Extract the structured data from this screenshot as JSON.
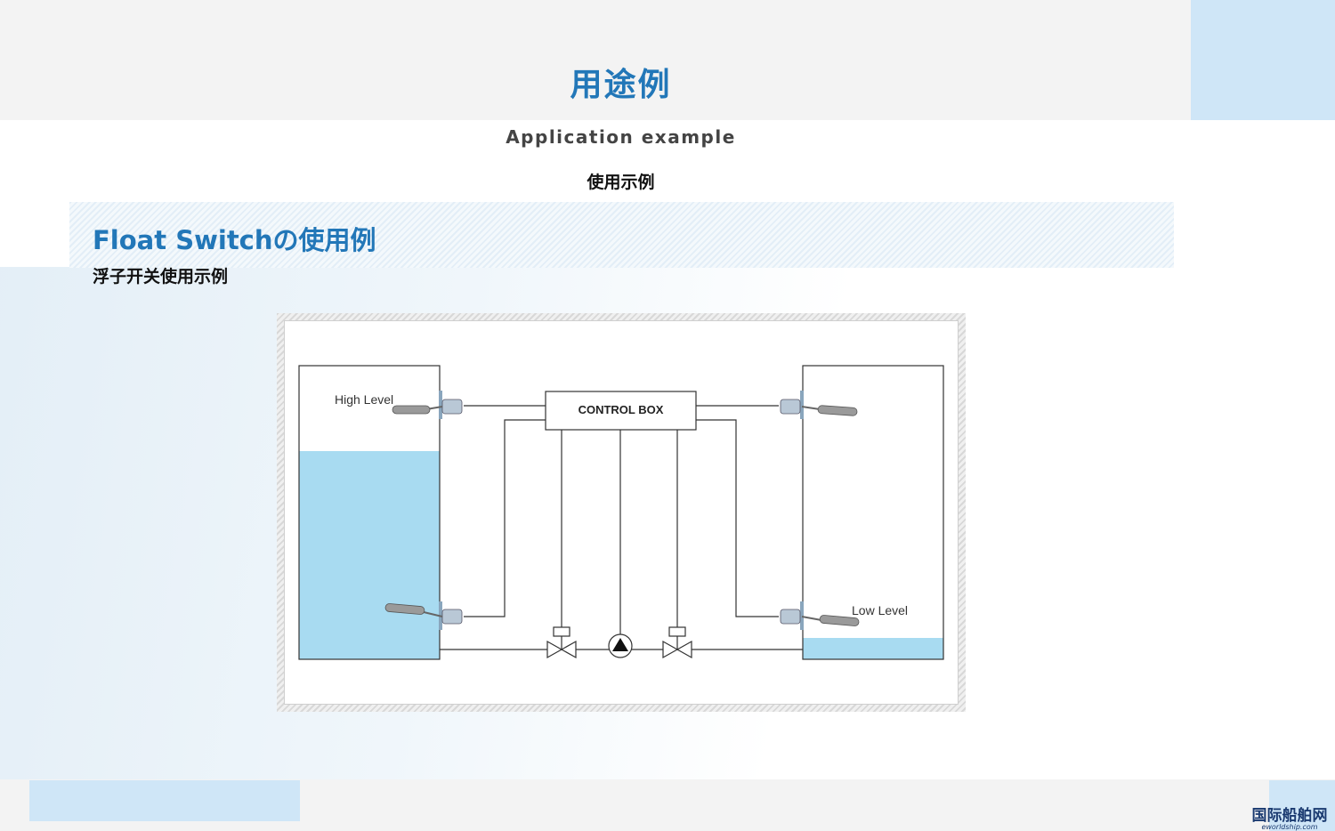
{
  "page": {
    "title": "用途例",
    "subtitle_en": "Application example",
    "subtitle_cn": "使用示例"
  },
  "section": {
    "title": "Float Switchの使用例",
    "subtitle_cn": "浮子开关使用示例"
  },
  "diagram": {
    "left_tank_label": "High Level",
    "right_tank_label": "Low Level",
    "control_box_label": "CONTROL BOX",
    "water_color": "#a8dbf1",
    "line_color": "#333333"
  },
  "watermark": {
    "text": "国际船舶网",
    "url": "eworldship.com"
  }
}
